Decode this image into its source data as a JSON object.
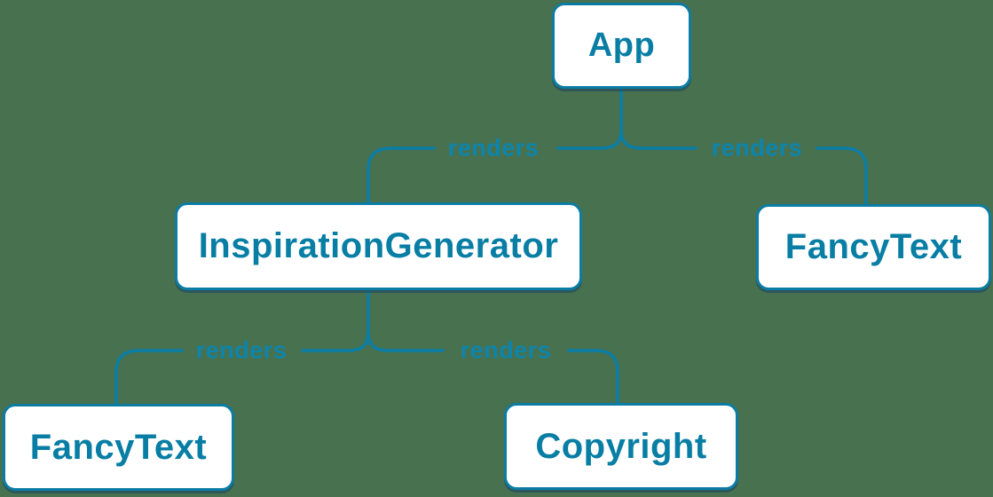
{
  "diagram": {
    "background_color": "#48714f",
    "accent_color": "#087ea4",
    "node_fill": "#ffffff",
    "nodes": {
      "app": {
        "label": "App"
      },
      "inspiration_generator": {
        "label": "InspirationGenerator"
      },
      "fancy_text_top": {
        "label": "FancyText"
      },
      "fancy_text_bottom": {
        "label": "FancyText"
      },
      "copyright": {
        "label": "Copyright"
      }
    },
    "edges": [
      {
        "from": "App",
        "to": "InspirationGenerator",
        "label": "renders"
      },
      {
        "from": "App",
        "to": "FancyText",
        "label": "renders"
      },
      {
        "from": "InspirationGenerator",
        "to": "FancyText",
        "label": "renders"
      },
      {
        "from": "InspirationGenerator",
        "to": "Copyright",
        "label": "renders"
      }
    ]
  }
}
